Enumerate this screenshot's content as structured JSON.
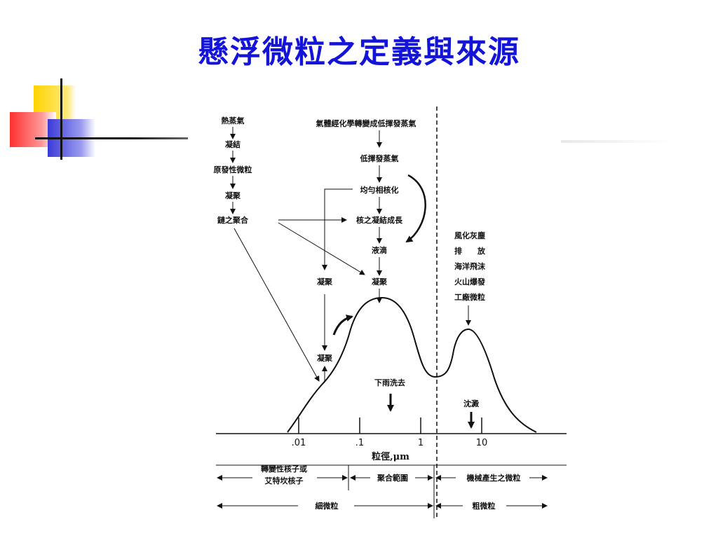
{
  "slide": {
    "title": "懸浮微粒之定義與來源"
  },
  "diagram": {
    "left_chain": [
      "熱蒸氣",
      "凝結",
      "原發性微粒",
      "凝聚",
      "鏈之聚合"
    ],
    "center_chain": [
      "氣體經化學轉變成低揮發蒸氣",
      "低揮發蒸氣",
      "均勻相核化",
      "核之凝結成長",
      "液滴",
      "凝聚"
    ],
    "mid_coagulation": "凝聚",
    "lower_coagulation": "凝聚",
    "coarse_sources": [
      "風化灰塵",
      "排　　放",
      "海洋飛沫",
      "火山爆發",
      "工廠微粒"
    ],
    "rain_removal": "下雨洗去",
    "sedimentation": "沈澱"
  },
  "axis": {
    "ticks": [
      ".01",
      ".1",
      "1",
      "10"
    ],
    "xlabel": "粒徑,μm"
  },
  "ranges": {
    "row1": [
      "轉變性核子或",
      "艾特坎核子",
      "聚合範圍",
      "機械產生之微粒"
    ],
    "row2": [
      "細微粒",
      "粗微粒"
    ]
  }
}
